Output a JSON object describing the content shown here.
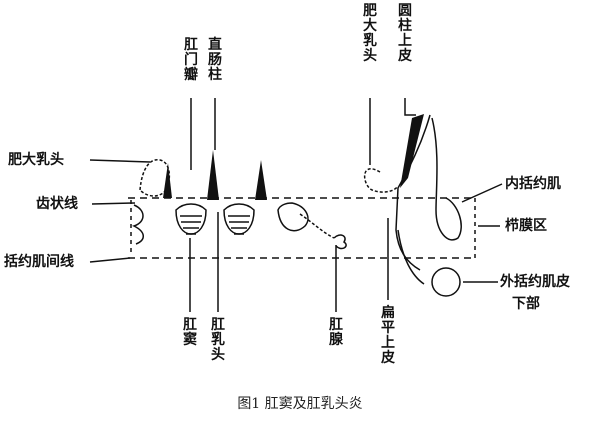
{
  "caption": "图1   肛窦及肛乳头炎",
  "labels": {
    "left_hypertrophic_papilla": "肥大乳头",
    "dentate_line": "齿状线",
    "intersphincteric_line": "括约肌间线",
    "anal_valve": "肛\n门\n瓣",
    "rectal_column": "直\n肠\n柱",
    "anal_sinus": "肛\n窦",
    "anal_papilla": "肛\n乳\n头",
    "anal_gland": "肛\n腺",
    "right_hypertrophic_papilla": "肥\n大\n乳\n头",
    "columnar_epithelium": "圆\n柱\n上\n皮",
    "squamous_epithelium": "扁\n平\n上\n皮",
    "internal_sphincter": "内括约肌",
    "pecten_zone": "栉膜区",
    "external_sphincter_line1": "外括约肌皮",
    "external_sphincter_line2": "下部"
  },
  "colors": {
    "ink": "#111111",
    "background": "#ffffff"
  }
}
